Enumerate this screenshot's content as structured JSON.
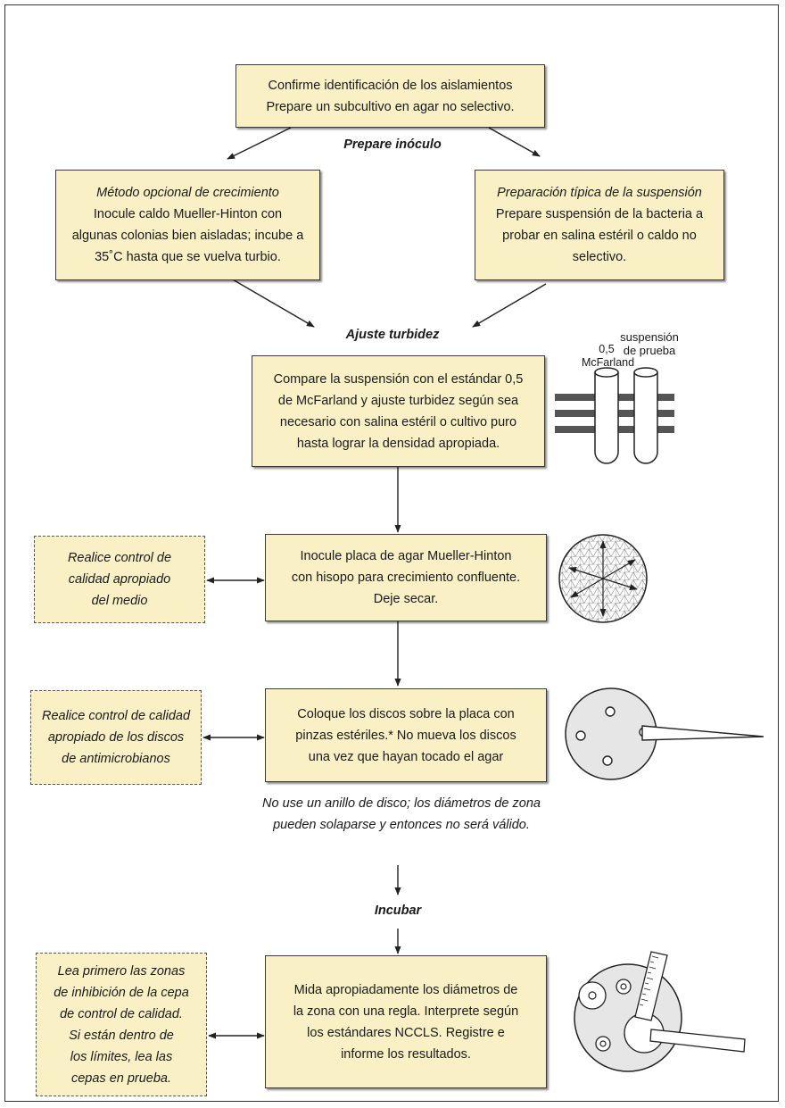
{
  "boxes": {
    "confirm": {
      "lines": [
        "Confirme identificación de los aislamientos",
        "Prepare un subcultivo en agar no selectivo."
      ]
    },
    "growth": {
      "title": "Método opcional de crecimiento",
      "lines": [
        "Inocule caldo Mueller-Hinton con",
        "algunas colonias bien aisladas; incube a",
        "35˚C hasta que se vuelva turbio."
      ]
    },
    "suspension": {
      "title": "Preparación típica de la  suspensión",
      "lines": [
        "Prepare suspensión de la bacteria a",
        "probar en salina estéril o caldo no",
        "selectivo."
      ]
    },
    "compare": {
      "lines": [
        "Compare la suspensión con el estándar 0,5",
        "de McFarland y ajuste turbidez según sea",
        "necesario con salina estéril o cultivo puro",
        "hasta lograr la densidad apropiada."
      ]
    },
    "inoculate": {
      "lines": [
        "Inocule placa de agar Mueller-Hinton",
        "con hisopo para crecimiento confluente.",
        "Deje secar."
      ]
    },
    "discs": {
      "lines": [
        "Coloque los discos sobre la placa con",
        "pinzas estériles.*  No mueva los discos",
        "una vez que hayan tocado el agar"
      ]
    },
    "measure": {
      "lines": [
        "Mida apropiadamente los diámetros de",
        "la zona con una regla.  Interprete según",
        "los estándares NCCLS.  Registre e",
        "informe los resultados."
      ]
    },
    "qc_medium": {
      "lines": [
        "Realice control de",
        "calidad apropiado",
        "del medio"
      ]
    },
    "qc_discs": {
      "lines": [
        "Realice control de calidad",
        "apropiado de los discos",
        "de antimicrobianos"
      ]
    },
    "qc_read": {
      "lines": [
        "Lea primero las zonas",
        "de inhibición de la cepa",
        "de control de calidad.",
        "Si están dentro de",
        "los límites, lea  las",
        "cepas en prueba."
      ]
    }
  },
  "labels": {
    "prepare_inoculum": "Prepare inóculo",
    "adjust_turbidity": "Ajuste turbidez",
    "incubate": "Incubar"
  },
  "note": {
    "lines": [
      "No use un anillo de disco; los diámetros  de zona",
      "pueden  solaparse y entonces no será válido."
    ]
  },
  "tubes": {
    "standard_label": [
      "0,5",
      "McFarland"
    ],
    "test_label": [
      "suspensión",
      "de prueba"
    ]
  },
  "colors": {
    "box_fill": "#faf0c6",
    "border": "#3a3a3a",
    "plate_fill": "#e6e6e6"
  }
}
